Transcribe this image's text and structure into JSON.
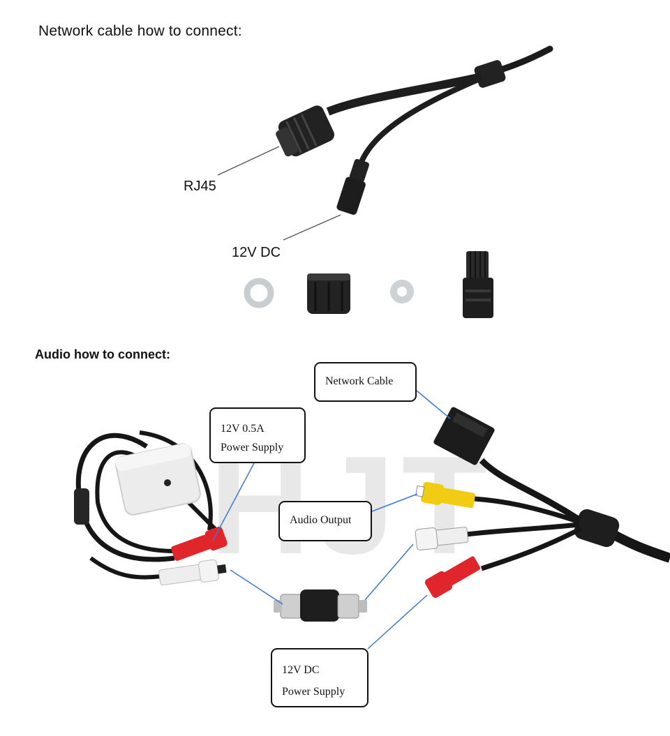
{
  "network_section": {
    "title": "Network cable how to connect:",
    "labels": {
      "rj45": "RJ45",
      "dc": "12V DC"
    }
  },
  "audio_section": {
    "title": "Audio how to connect:",
    "boxes": {
      "network_cable": "Network Cable",
      "power_supply_line1": "12V 0.5A",
      "power_supply_line2": "Power Supply",
      "audio_output": "Audio Output",
      "dc_line1": "12V DC",
      "dc_line2": "Power Supply"
    },
    "watermark": "HJT"
  },
  "colors": {
    "cable": "#1b1b1b",
    "leader_line": "#3b78d8",
    "rca_red": "#e0262b",
    "rca_yellow": "#f2cc12",
    "rca_white": "#eeeeee"
  }
}
